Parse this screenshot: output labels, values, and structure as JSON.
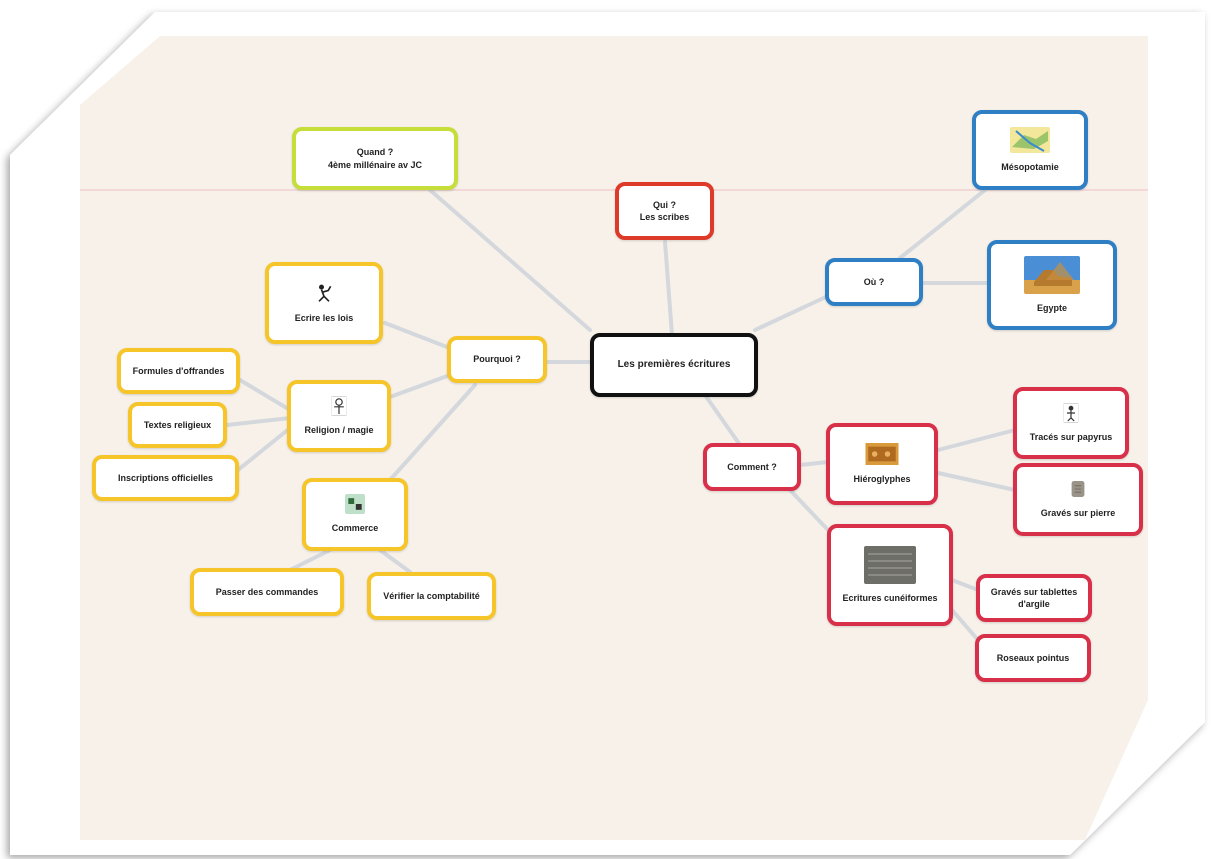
{
  "map": {
    "center": "Les premières écritures",
    "quand": "Quand ?\n4ème millénaire av JC",
    "qui": "Qui ?\nLes scribes",
    "ou": "Où ?",
    "mesopotamie": "Mésopotamie",
    "egypte": "Egypte",
    "pourquoi": "Pourquoi ?",
    "ecrire_lois": "Ecrire les lois",
    "religion": "Religion / magie",
    "formules": "Formules d'offrandes",
    "textes": "Textes religieux",
    "inscriptions": "Inscriptions officielles",
    "commerce": "Commerce",
    "passer": "Passer des commandes",
    "verifier": "Vérifier la comptabilité",
    "comment": "Comment ?",
    "hieroglyphes": "Hiéroglyphes",
    "traces": "Tracés sur papyrus",
    "graves_pierre": "Gravés sur pierre",
    "cuneiformes": "Ecritures cunéiformes",
    "tablettes": "Gravés sur tablettes\nd'argile",
    "roseaux": "Roseaux pointus"
  },
  "colors": {
    "yellow": "#f5c52a",
    "lime": "#c6de3a",
    "red": "#d9304a",
    "blue": "#2f7fc4",
    "black": "#111111",
    "paper": "#f7f1ea",
    "connector": "#d4d8dc"
  },
  "icons": [
    "scribe-icon",
    "ankh-icon",
    "commerce-icon",
    "map-icon",
    "sphinx-icon",
    "papyrus-icon",
    "stone-icon",
    "hieroglyph-icon",
    "tablet-icon"
  ]
}
